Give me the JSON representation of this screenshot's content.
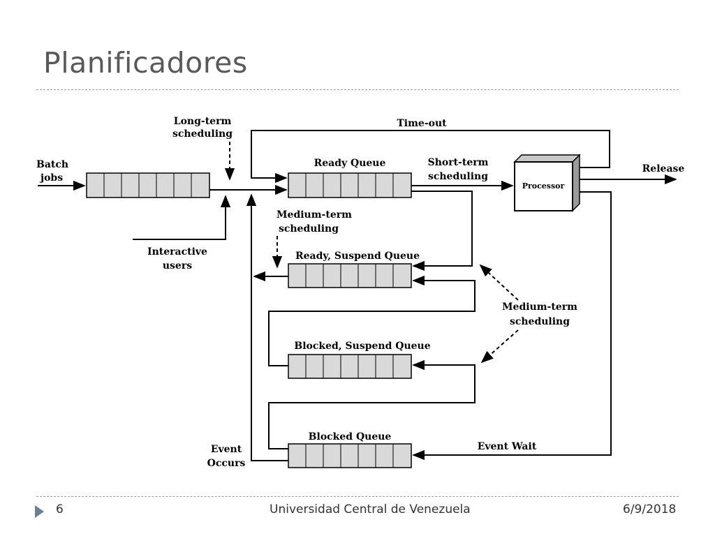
{
  "slide": {
    "title": "Planificadores",
    "page_number": "6",
    "footer_center": "Universidad Central de Venezuela",
    "date": "6/9/2018"
  },
  "diagram": {
    "labels": {
      "long_term_1": "Long-term",
      "long_term_2": "scheduling",
      "batch_1": "Batch",
      "batch_2": "jobs",
      "interactive_1": "Interactive",
      "interactive_2": "users",
      "time_out": "Time-out",
      "ready_queue": "Ready Queue",
      "short_term_1": "Short-term",
      "short_term_2": "scheduling",
      "processor": "Processor",
      "release": "Release",
      "medium_term_top_1": "Medium-term",
      "medium_term_top_2": "scheduling",
      "ready_suspend_queue": "Ready, Suspend Queue",
      "medium_term_right_1": "Medium-term",
      "medium_term_right_2": "scheduling",
      "blocked_suspend_queue": "Blocked, Suspend Queue",
      "blocked_queue": "Blocked Queue",
      "event_wait": "Event Wait",
      "event_occurs_1": "Event",
      "event_occurs_2": "Occurs"
    },
    "colors": {
      "queue_fill": "#d9d9d9",
      "line": "#000000",
      "processor_side": "#9a9a9a",
      "bullet": "#6b7f94",
      "title": "#595959"
    }
  }
}
